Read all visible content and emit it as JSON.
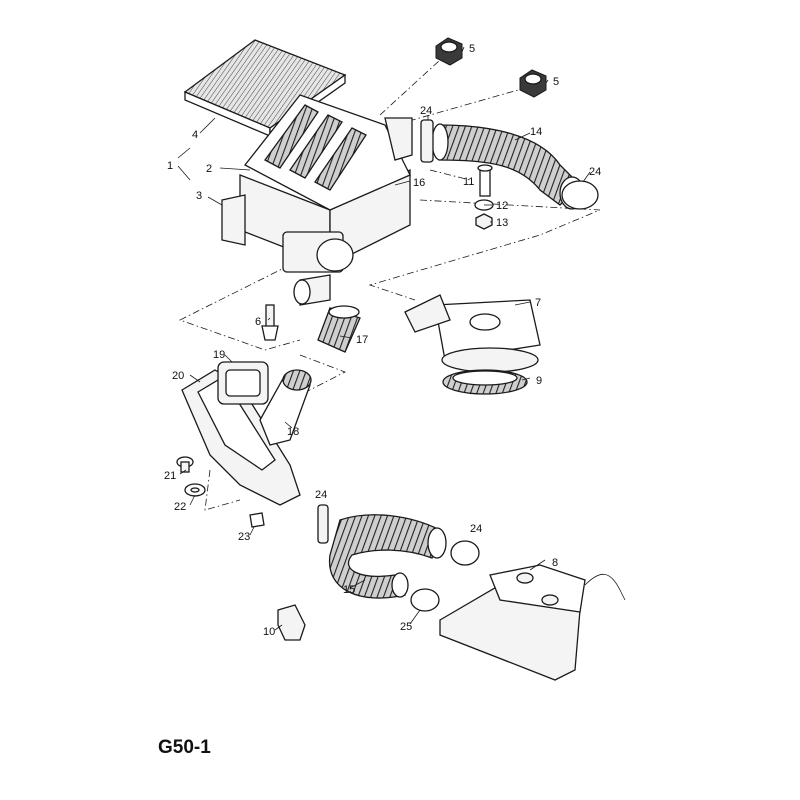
{
  "page_code": "G50-1",
  "callouts": {
    "c1": "1",
    "c2": "2",
    "c3": "3",
    "c4": "4",
    "c5a": "5",
    "c5b": "5",
    "c6": "6",
    "c7": "7",
    "c8": "8",
    "c9": "9",
    "c10": "10",
    "c11": "11",
    "c12": "12",
    "c13": "13",
    "c14": "14",
    "c15": "15",
    "c16": "16",
    "c17": "17",
    "c18": "18",
    "c19": "19",
    "c20": "20",
    "c21": "21",
    "c22": "22",
    "c23": "23",
    "c24a": "24",
    "c24b": "24",
    "c24c": "24",
    "c24d": "24",
    "c25": "25"
  }
}
